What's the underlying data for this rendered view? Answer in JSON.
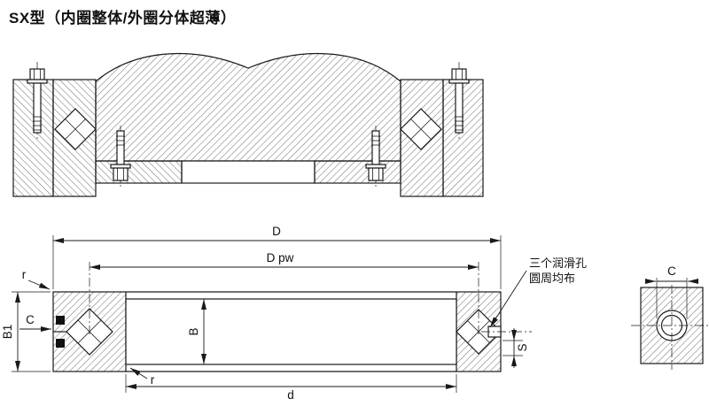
{
  "title": "SX型（内圈整体/外圈分体超薄）",
  "dims": {
    "D": "D",
    "Dpw": "D pw",
    "d": "d",
    "B": "B",
    "B1": "B1",
    "C": "C",
    "S": "S",
    "r1": "r",
    "r2": "r",
    "C_detail": "C"
  },
  "annotation": {
    "lube_line1": "三个润滑孔",
    "lube_line2": "圆周均布"
  },
  "colors": {
    "line": "#1a1a1a",
    "background": "#ffffff"
  }
}
